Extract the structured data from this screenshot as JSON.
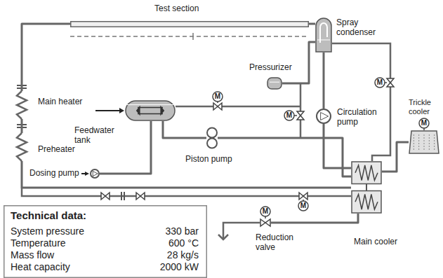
{
  "diagram": {
    "nodes": [
      {
        "text": [
          "Test section"
        ]
      },
      {
        "text": [
          "Pressurizer"
        ]
      },
      {
        "text": [
          "Spray condenser"
        ]
      },
      {
        "text": [
          "Main heater"
        ]
      },
      {
        "text": [
          "Preheater"
        ]
      },
      {
        "text": [
          "Feedwater tank"
        ]
      },
      {
        "text": [
          "Circulation pump"
        ]
      },
      {
        "text": [
          "Trickle cooler"
        ]
      },
      {
        "text": [
          "Dosing pump"
        ]
      },
      {
        "text": [
          "Piston pump"
        ]
      },
      {
        "text": [
          "Reduction valve"
        ]
      },
      {
        "text": [
          "Main cooler"
        ]
      },
      {
        "text": [
          "Technical data:",
          "System pressure",
          "330 bar",
          "Temperature",
          "600 °C",
          "Mass flow",
          "28 kg/s",
          "Heat capacity",
          "2000 kW"
        ]
      }
    ],
    "edges": [
      {
        "from": 3,
        "to": 0,
        "arrow": "none"
      },
      {
        "from": 4,
        "to": 3,
        "arrow": "none"
      },
      {
        "from": 0,
        "to": 2,
        "arrow": "none"
      },
      {
        "from": 2,
        "to": 6,
        "arrow": "none"
      },
      {
        "from": 6,
        "to": 11,
        "arrow": "none"
      },
      {
        "from": 11,
        "to": 4,
        "arrow": "none"
      },
      {
        "from": 1,
        "to": 2,
        "arrow": "none"
      },
      {
        "from": 5,
        "to": 9,
        "arrow": "none"
      },
      {
        "from": 9,
        "to": 11,
        "arrow": "none"
      },
      {
        "from": 8,
        "to": 5,
        "arrow": "none"
      },
      {
        "from": 11,
        "to": 10,
        "arrow": "none"
      },
      {
        "from": 11,
        "to": 7,
        "arrow": "none"
      }
    ],
    "labels": [
      "M",
      "M",
      "M",
      "M",
      "M",
      "M"
    ]
  }
}
